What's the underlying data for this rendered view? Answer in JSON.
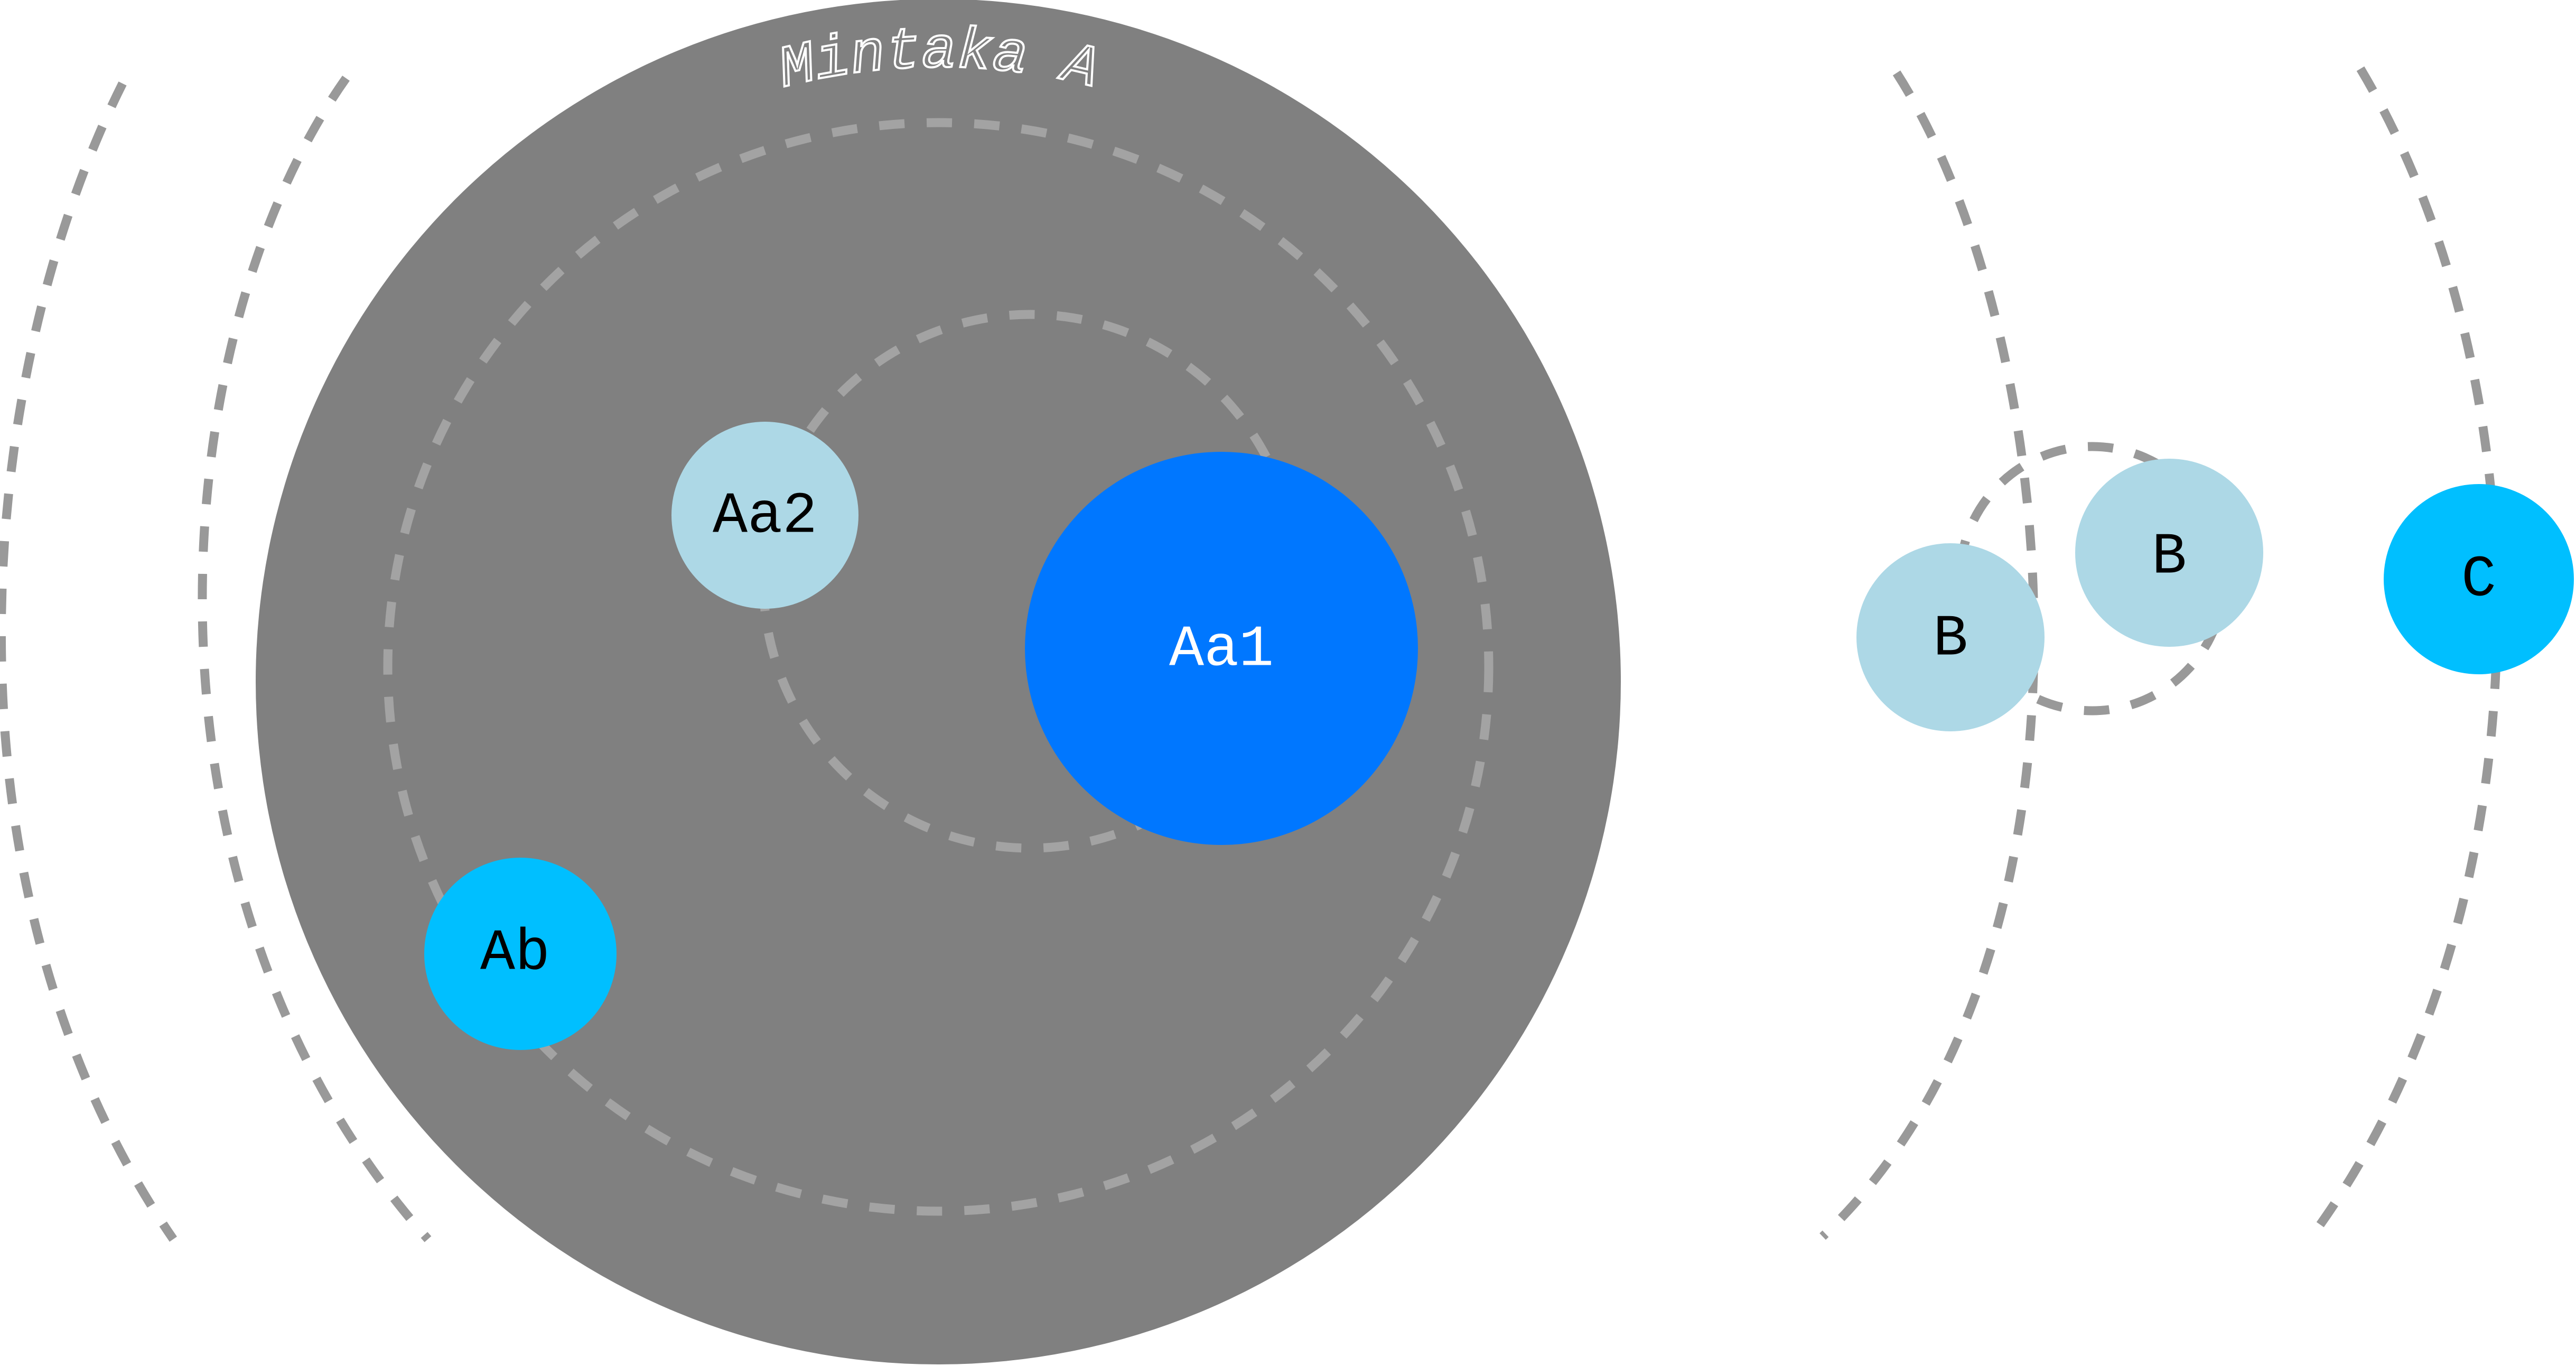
{
  "system": {
    "label": "Mintaka A",
    "region_color": "#808080"
  },
  "stars": [
    {
      "key": "aa1",
      "label": "Aa1",
      "color": "#0077ff",
      "label_color": "#ffffff"
    },
    {
      "key": "aa2",
      "label": "Aa2",
      "color": "#add8e6",
      "label_color": "#000000"
    },
    {
      "key": "ab",
      "label": "Ab",
      "color": "#00bfff",
      "label_color": "#000000"
    },
    {
      "key": "b1",
      "label": "B",
      "color": "#add8e6",
      "label_color": "#000000"
    },
    {
      "key": "b2",
      "label": "B",
      "color": "#add8e6",
      "label_color": "#000000"
    },
    {
      "key": "c",
      "label": "C",
      "color": "#00bfff",
      "label_color": "#000000"
    }
  ]
}
